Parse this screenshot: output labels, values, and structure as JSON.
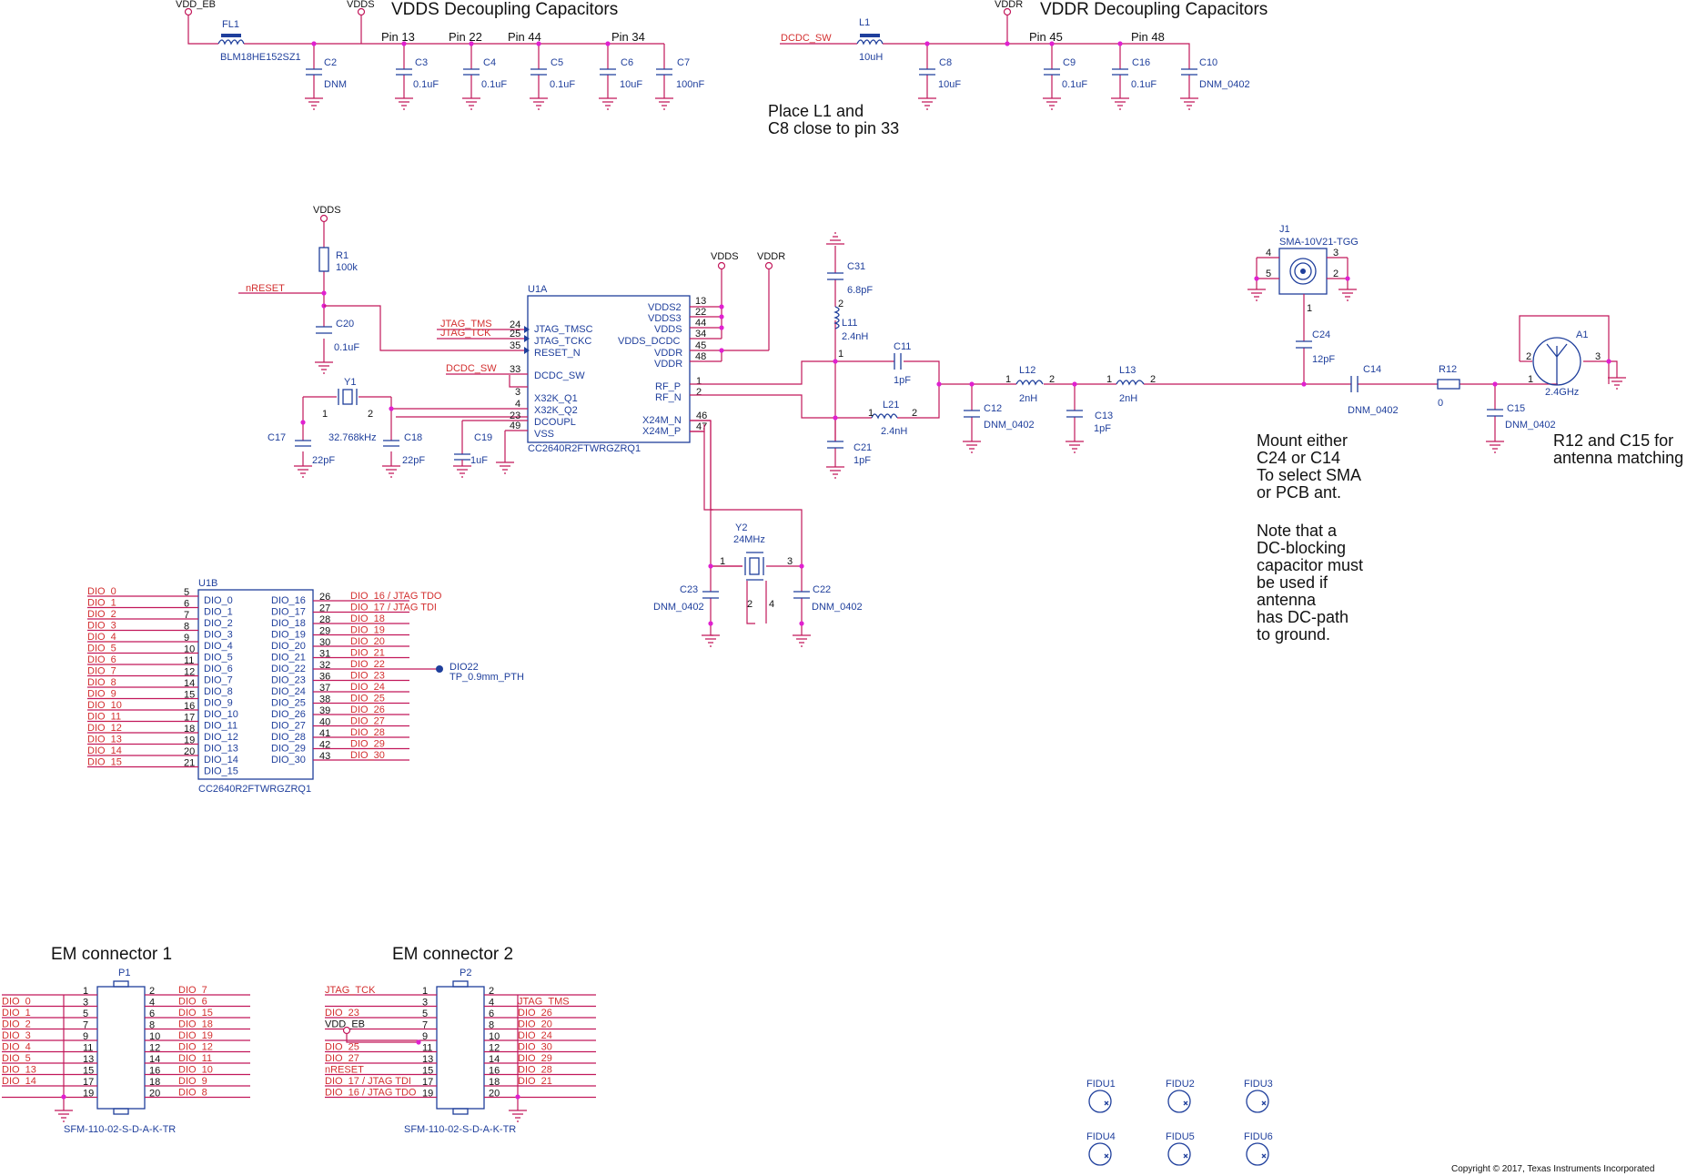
{
  "headings": {
    "vdds_decoupling": "VDDS Decoupling Capacitors",
    "vddr_decoupling": "VDDR Decoupling Capacitors",
    "em1": "EM connector 1",
    "em2": "EM connector 2"
  },
  "notes": {
    "place_l1": [
      "Place L1 and",
      "C8 close to pin 33"
    ],
    "mount": [
      "Mount either",
      "C24 or C14",
      "To select SMA",
      "or PCB ant.",
      "",
      "Note that a",
      "DC-blocking",
      "capacitor must",
      "be used if",
      "antenna",
      "has DC-path",
      "to ground."
    ],
    "matching": [
      "R12 and C15 for",
      "antenna matching"
    ],
    "copyright": "Copyright © 2017, Texas Instruments Incorporated"
  },
  "power": {
    "vdd_eb": "VDD_EB",
    "vdds": "VDDS",
    "vddr": "VDDR"
  },
  "vdds_section": {
    "fl1": {
      "ref": "FL1",
      "value": "BLM18HE152SZ1"
    },
    "caps": [
      {
        "ref": "C2",
        "value": "DNM",
        "pin": ""
      },
      {
        "ref": "C3",
        "value": "0.1uF",
        "pin": "Pin 13"
      },
      {
        "ref": "C4",
        "value": "0.1uF",
        "pin": "Pin 22"
      },
      {
        "ref": "C5",
        "value": "0.1uF",
        "pin": "Pin 44"
      },
      {
        "ref": "C6",
        "value": "10uF",
        "pin": "Pin 34"
      },
      {
        "ref": "C7",
        "value": "100nF",
        "pin": ""
      }
    ]
  },
  "vddr_section": {
    "net": "DCDC_SW",
    "l1": {
      "ref": "L1",
      "value": "10uH"
    },
    "caps": [
      {
        "ref": "C8",
        "value": "10uF",
        "pin": ""
      },
      {
        "ref": "C9",
        "value": "0.1uF",
        "pin": "Pin 45"
      },
      {
        "ref": "C16",
        "value": "0.1uF",
        "pin": "Pin 48"
      },
      {
        "ref": "C10",
        "value": "DNM_0402",
        "pin": ""
      }
    ]
  },
  "reset": {
    "r1": {
      "ref": "R1",
      "value": "100k"
    },
    "c20": {
      "ref": "C20",
      "value": "0.1uF"
    },
    "net": "nRESET"
  },
  "u1a": {
    "ref": "U1A",
    "part": "CC2640R2FTWRGZRQ1",
    "left_pins": [
      {
        "num": "24",
        "name": "JTAG_TMSC",
        "net": "JTAG_TMS"
      },
      {
        "num": "25",
        "name": "JTAG_TCKC",
        "net": "JTAG_TCK"
      },
      {
        "num": "35",
        "name": "RESET_N",
        "net": ""
      },
      {
        "num": "33",
        "name": "DCDC_SW",
        "net": "DCDC_SW"
      },
      {
        "num": "3",
        "name": "X32K_Q1",
        "net": ""
      },
      {
        "num": "4",
        "name": "X32K_Q2",
        "net": ""
      },
      {
        "num": "23",
        "name": "DCOUPL",
        "net": ""
      },
      {
        "num": "49",
        "name": "VSS",
        "net": ""
      }
    ],
    "right_pins": [
      {
        "num": "13",
        "name": "VDDS2"
      },
      {
        "num": "22",
        "name": "VDDS3"
      },
      {
        "num": "44",
        "name": "VDDS"
      },
      {
        "num": "34",
        "name": "VDDS_DCDC"
      },
      {
        "num": "45",
        "name": "VDDR"
      },
      {
        "num": "48",
        "name": "VDDR"
      },
      {
        "num": "1",
        "name": "RF_P"
      },
      {
        "num": "2",
        "name": "RF_N"
      },
      {
        "num": "46",
        "name": "X24M_N"
      },
      {
        "num": "47",
        "name": "X24M_P"
      }
    ]
  },
  "xtal32": {
    "y1": {
      "ref": "Y1",
      "value": "32.768kHz"
    },
    "c17": {
      "ref": "C17",
      "value": "22pF"
    },
    "c18": {
      "ref": "C18",
      "value": "22pF"
    },
    "c19": {
      "ref": "C19",
      "value": "1uF"
    }
  },
  "xtal24": {
    "y2": {
      "ref": "Y2",
      "value": "24MHz"
    },
    "c23": {
      "ref": "C23",
      "value": "DNM_0402"
    },
    "c22": {
      "ref": "C22",
      "value": "DNM_0402"
    }
  },
  "rf": {
    "c31": {
      "ref": "C31",
      "value": "6.8pF"
    },
    "l11": {
      "ref": "L11",
      "value": "2.4nH"
    },
    "c11": {
      "ref": "C11",
      "value": "1pF"
    },
    "l21": {
      "ref": "L21",
      "value": "2.4nH"
    },
    "c21": {
      "ref": "C21",
      "value": "1pF"
    },
    "c12": {
      "ref": "C12",
      "value": "DNM_0402"
    },
    "l12": {
      "ref": "L12",
      "value": "2nH"
    },
    "c13": {
      "ref": "C13",
      "value": "1pF"
    },
    "l13": {
      "ref": "L13",
      "value": "2nH"
    },
    "j1": {
      "ref": "J1",
      "value": "SMA-10V21-TGG"
    },
    "c24": {
      "ref": "C24",
      "value": "12pF"
    },
    "c14": {
      "ref": "C14",
      "value": "DNM_0402"
    },
    "r12": {
      "ref": "R12",
      "value": "0"
    },
    "c15": {
      "ref": "C15",
      "value": "DNM_0402"
    },
    "a1": {
      "ref": "A1",
      "value": "2.4GHz"
    }
  },
  "u1b": {
    "ref": "U1B",
    "part": "CC2640R2FTWRGZRQ1",
    "left": [
      {
        "net": "DIO_0",
        "num": "5",
        "name": "DIO_0"
      },
      {
        "net": "DIO_1",
        "num": "6",
        "name": "DIO_1"
      },
      {
        "net": "DIO_2",
        "num": "7",
        "name": "DIO_2"
      },
      {
        "net": "DIO_3",
        "num": "8",
        "name": "DIO_3"
      },
      {
        "net": "DIO_4",
        "num": "9",
        "name": "DIO_4"
      },
      {
        "net": "DIO_5",
        "num": "10",
        "name": "DIO_5"
      },
      {
        "net": "DIO_6",
        "num": "11",
        "name": "DIO_6"
      },
      {
        "net": "DIO_7",
        "num": "12",
        "name": "DIO_7"
      },
      {
        "net": "DIO_8",
        "num": "14",
        "name": "DIO_8"
      },
      {
        "net": "DIO_9",
        "num": "15",
        "name": "DIO_9"
      },
      {
        "net": "DIO_10",
        "num": "16",
        "name": "DIO_10"
      },
      {
        "net": "DIO_11",
        "num": "17",
        "name": "DIO_11"
      },
      {
        "net": "DIO_12",
        "num": "18",
        "name": "DIO_12"
      },
      {
        "net": "DIO_13",
        "num": "19",
        "name": "DIO_13"
      },
      {
        "net": "DIO_14",
        "num": "20",
        "name": "DIO_14"
      },
      {
        "net": "DIO_15",
        "num": "21",
        "name": "DIO_15"
      }
    ],
    "right": [
      {
        "net": "DIO_16 / JTAG TDO",
        "num": "26",
        "name": "DIO_16"
      },
      {
        "net": "DIO_17 / JTAG TDI",
        "num": "27",
        "name": "DIO_17"
      },
      {
        "net": "DIO_18",
        "num": "28",
        "name": "DIO_18"
      },
      {
        "net": "DIO_19",
        "num": "29",
        "name": "DIO_19"
      },
      {
        "net": "DIO_20",
        "num": "30",
        "name": "DIO_20"
      },
      {
        "net": "DIO_21",
        "num": "31",
        "name": "DIO_21"
      },
      {
        "net": "DIO_22",
        "num": "32",
        "name": "DIO_22"
      },
      {
        "net": "DIO_23",
        "num": "36",
        "name": "DIO_23"
      },
      {
        "net": "DIO_24",
        "num": "37",
        "name": "DIO_24"
      },
      {
        "net": "DIO_25",
        "num": "38",
        "name": "DIO_25"
      },
      {
        "net": "DIO_26",
        "num": "39",
        "name": "DIO_26"
      },
      {
        "net": "DIO_27",
        "num": "40",
        "name": "DIO_27"
      },
      {
        "net": "DIO_28",
        "num": "41",
        "name": "DIO_28"
      },
      {
        "net": "DIO_29",
        "num": "42",
        "name": "DIO_29"
      },
      {
        "net": "DIO_30",
        "num": "43",
        "name": "DIO_30"
      }
    ],
    "testpoint": {
      "ref": "DIO22",
      "value": "TP_0.9mm_PTH"
    }
  },
  "p1": {
    "ref": "P1",
    "part": "SFM-110-02-S-D-A-K-TR",
    "rows": [
      {
        "ln": "",
        "lp": "1",
        "rp": "2",
        "rn": "DIO_7"
      },
      {
        "ln": "DIO_0",
        "lp": "3",
        "rp": "4",
        "rn": "DIO_6"
      },
      {
        "ln": "DIO_1",
        "lp": "5",
        "rp": "6",
        "rn": "DIO_15"
      },
      {
        "ln": "DIO_2",
        "lp": "7",
        "rp": "8",
        "rn": "DIO_18"
      },
      {
        "ln": "DIO_3",
        "lp": "9",
        "rp": "10",
        "rn": "DIO_19"
      },
      {
        "ln": "DIO_4",
        "lp": "11",
        "rp": "12",
        "rn": "DIO_12"
      },
      {
        "ln": "DIO_5",
        "lp": "13",
        "rp": "14",
        "rn": "DIO_11"
      },
      {
        "ln": "DIO_13",
        "lp": "15",
        "rp": "16",
        "rn": "DIO_10"
      },
      {
        "ln": "DIO_14",
        "lp": "17",
        "rp": "18",
        "rn": "DIO_9"
      },
      {
        "ln": "",
        "lp": "19",
        "rp": "20",
        "rn": "DIO_8"
      }
    ]
  },
  "p2": {
    "ref": "P2",
    "part": "SFM-110-02-S-D-A-K-TR",
    "rows": [
      {
        "ln": "JTAG_TCK",
        "lp": "1",
        "rp": "2",
        "rn": ""
      },
      {
        "ln": "",
        "lp": "3",
        "rp": "4",
        "rn": "JTAG_TMS"
      },
      {
        "ln": "DIO_23",
        "lp": "5",
        "rp": "6",
        "rn": "DIO_26"
      },
      {
        "ln": "VDD_EB",
        "lp": "7",
        "rp": "8",
        "rn": "DIO_20"
      },
      {
        "ln": "",
        "lp": "9",
        "rp": "10",
        "rn": "DIO_24"
      },
      {
        "ln": "DIO_25",
        "lp": "11",
        "rp": "12",
        "rn": "DIO_30"
      },
      {
        "ln": "DIO_27",
        "lp": "13",
        "rp": "14",
        "rn": "DIO_29"
      },
      {
        "ln": "nRESET",
        "lp": "15",
        "rp": "16",
        "rn": "DIO_28"
      },
      {
        "ln": "DIO_17 / JTAG TDI",
        "lp": "17",
        "rp": "18",
        "rn": "DIO_21"
      },
      {
        "ln": "DIO_16 / JTAG TDO",
        "lp": "19",
        "rp": "20",
        "rn": ""
      }
    ]
  },
  "fiducials": [
    "FIDU1",
    "FIDU2",
    "FIDU3",
    "FIDU4",
    "FIDU5",
    "FIDU6"
  ],
  "colors": {
    "wire": "#c2185b",
    "component": "#1f3f9c",
    "netlabel": "#d32f2f",
    "junction": "#e020d0"
  }
}
